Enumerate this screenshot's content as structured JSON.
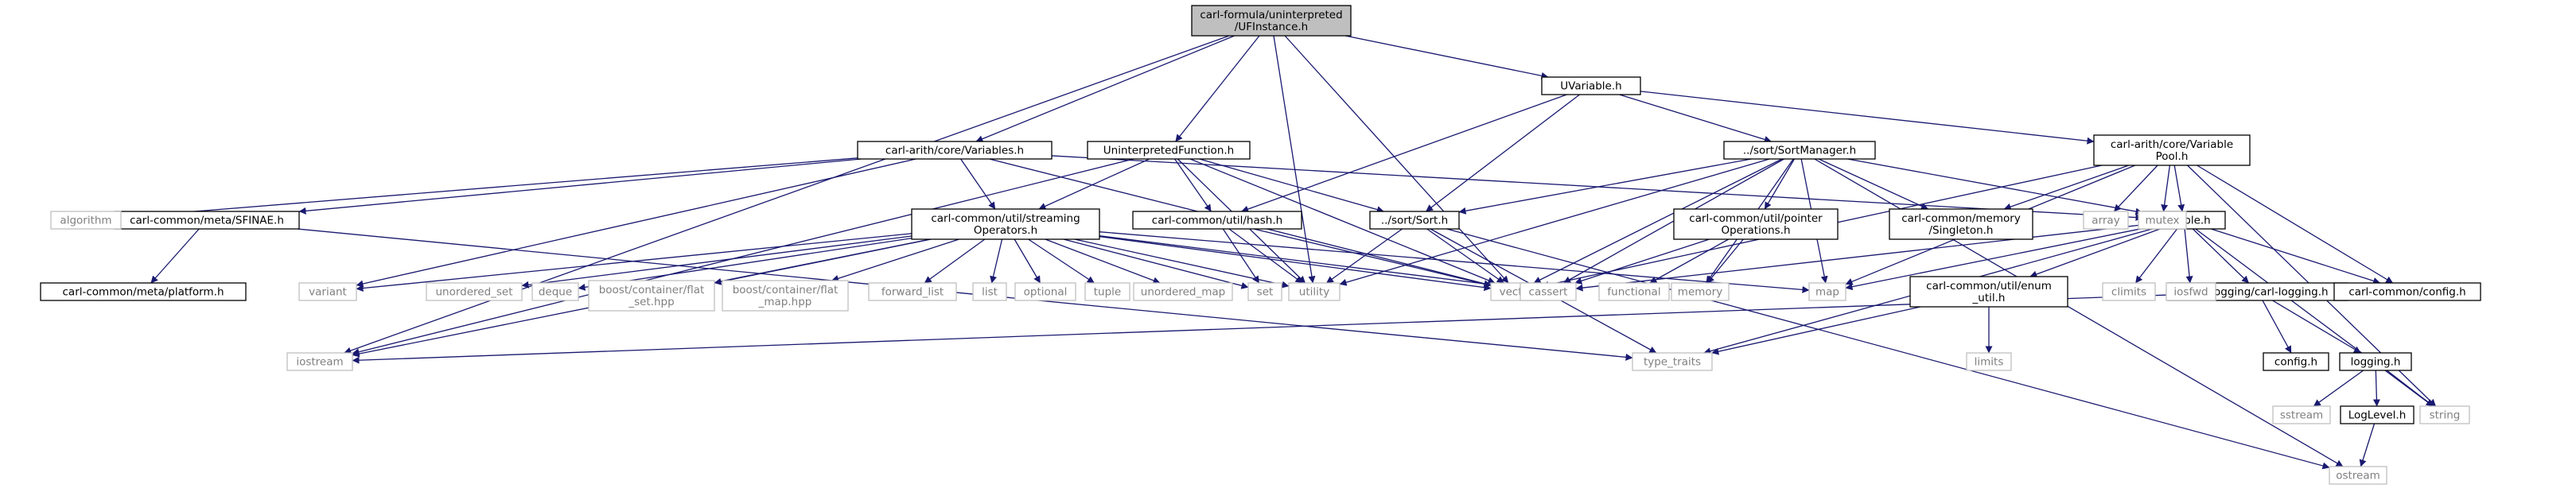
{
  "colors": {
    "edge": "#191970",
    "box_border": "#000000",
    "system_border": "#bfbfbf",
    "system_text": "#808080",
    "root_fill": "#bfbfbf"
  },
  "nodes": [
    {
      "id": "root",
      "label": [
        "carl-formula/uninterpreted",
        "/UFInstance.h"
      ],
      "kind": "root"
    },
    {
      "id": "uvariable",
      "label": [
        "UVariable.h"
      ],
      "kind": "file"
    },
    {
      "id": "variables",
      "label": [
        "carl-arith/core/Variables.h"
      ],
      "kind": "file"
    },
    {
      "id": "uninterp",
      "label": [
        "UninterpretedFunction.h"
      ],
      "kind": "file"
    },
    {
      "id": "sortmgr",
      "label": [
        "../sort/SortManager.h"
      ],
      "kind": "file"
    },
    {
      "id": "varpool",
      "label": [
        "carl-arith/core/Variable",
        "Pool.h"
      ],
      "kind": "file"
    },
    {
      "id": "sfinae",
      "label": [
        "carl-common/meta/SFINAE.h"
      ],
      "kind": "file"
    },
    {
      "id": "streaming",
      "label": [
        "carl-common/util/streaming",
        "Operators.h"
      ],
      "kind": "file"
    },
    {
      "id": "hash",
      "label": [
        "carl-common/util/hash.h"
      ],
      "kind": "file"
    },
    {
      "id": "sort",
      "label": [
        "../sort/Sort.h"
      ],
      "kind": "file"
    },
    {
      "id": "pointerops",
      "label": [
        "carl-common/util/pointer",
        "Operations.h"
      ],
      "kind": "file"
    },
    {
      "id": "singleton",
      "label": [
        "carl-common/memory",
        "/Singleton.h"
      ],
      "kind": "file"
    },
    {
      "id": "variable",
      "label": [
        "Variable.h"
      ],
      "kind": "file"
    },
    {
      "id": "platform",
      "label": [
        "carl-common/meta/platform.h"
      ],
      "kind": "file"
    },
    {
      "id": "enumutil",
      "label": [
        "carl-common/util/enum",
        "_util.h"
      ],
      "kind": "file"
    },
    {
      "id": "carllogging",
      "label": [
        "carl-logging/carl-logging.h"
      ],
      "kind": "file"
    },
    {
      "id": "config",
      "label": [
        "carl-common/config.h"
      ],
      "kind": "file"
    },
    {
      "id": "configh",
      "label": [
        "config.h"
      ],
      "kind": "file"
    },
    {
      "id": "logging",
      "label": [
        "logging.h"
      ],
      "kind": "file"
    },
    {
      "id": "loglevel",
      "label": [
        "LogLevel.h"
      ],
      "kind": "file"
    },
    {
      "id": "algorithm",
      "label": [
        "algorithm"
      ],
      "kind": "system"
    },
    {
      "id": "variant",
      "label": [
        "variant"
      ],
      "kind": "system"
    },
    {
      "id": "unordered_set",
      "label": [
        "unordered_set"
      ],
      "kind": "system"
    },
    {
      "id": "deque",
      "label": [
        "deque"
      ],
      "kind": "system"
    },
    {
      "id": "flatset",
      "label": [
        "boost/container/flat",
        "_set.hpp"
      ],
      "kind": "system"
    },
    {
      "id": "flatmap",
      "label": [
        "boost/container/flat",
        "_map.hpp"
      ],
      "kind": "system"
    },
    {
      "id": "forward_list",
      "label": [
        "forward_list"
      ],
      "kind": "system"
    },
    {
      "id": "list",
      "label": [
        "list"
      ],
      "kind": "system"
    },
    {
      "id": "optional",
      "label": [
        "optional"
      ],
      "kind": "system"
    },
    {
      "id": "tuple",
      "label": [
        "tuple"
      ],
      "kind": "system"
    },
    {
      "id": "unordered_map",
      "label": [
        "unordered_map"
      ],
      "kind": "system"
    },
    {
      "id": "set",
      "label": [
        "set"
      ],
      "kind": "system"
    },
    {
      "id": "utility",
      "label": [
        "utility"
      ],
      "kind": "system"
    },
    {
      "id": "vector",
      "label": [
        "vector"
      ],
      "kind": "system"
    },
    {
      "id": "cassert",
      "label": [
        "cassert"
      ],
      "kind": "system"
    },
    {
      "id": "functional",
      "label": [
        "functional"
      ],
      "kind": "system"
    },
    {
      "id": "memory",
      "label": [
        "memory"
      ],
      "kind": "system"
    },
    {
      "id": "map",
      "label": [
        "map"
      ],
      "kind": "system"
    },
    {
      "id": "array",
      "label": [
        "array"
      ],
      "kind": "system"
    },
    {
      "id": "mutex",
      "label": [
        "mutex"
      ],
      "kind": "system"
    },
    {
      "id": "climits",
      "label": [
        "climits"
      ],
      "kind": "system"
    },
    {
      "id": "iosfwd",
      "label": [
        "iosfwd"
      ],
      "kind": "system"
    },
    {
      "id": "string",
      "label": [
        "string"
      ],
      "kind": "system"
    },
    {
      "id": "iostream",
      "label": [
        "iostream"
      ],
      "kind": "system"
    },
    {
      "id": "type_traits",
      "label": [
        "type_traits"
      ],
      "kind": "system"
    },
    {
      "id": "limits",
      "label": [
        "limits"
      ],
      "kind": "system"
    },
    {
      "id": "sstream",
      "label": [
        "sstream"
      ],
      "kind": "system"
    },
    {
      "id": "ostream",
      "label": [
        "ostream"
      ],
      "kind": "system"
    }
  ],
  "edges": [
    [
      "root",
      "uvariable"
    ],
    [
      "root",
      "variables"
    ],
    [
      "root",
      "uninterp"
    ],
    [
      "root",
      "iostream"
    ],
    [
      "root",
      "utility"
    ],
    [
      "root",
      "vector"
    ],
    [
      "uvariable",
      "hash"
    ],
    [
      "uvariable",
      "sortmgr"
    ],
    [
      "uvariable",
      "sort"
    ],
    [
      "uvariable",
      "varpool"
    ],
    [
      "variables",
      "sfinae"
    ],
    [
      "variables",
      "streaming"
    ],
    [
      "variables",
      "algorithm"
    ],
    [
      "variables",
      "variant"
    ],
    [
      "variables",
      "vector"
    ],
    [
      "variables",
      "variable"
    ],
    [
      "uninterp",
      "streaming"
    ],
    [
      "uninterp",
      "hash"
    ],
    [
      "uninterp",
      "sort"
    ],
    [
      "uninterp",
      "iostream"
    ],
    [
      "uninterp",
      "utility"
    ],
    [
      "uninterp",
      "vector"
    ],
    [
      "sortmgr",
      "sort"
    ],
    [
      "sortmgr",
      "pointerops"
    ],
    [
      "sortmgr",
      "singleton"
    ],
    [
      "sortmgr",
      "variable"
    ],
    [
      "sortmgr",
      "vector"
    ],
    [
      "sortmgr",
      "cassert"
    ],
    [
      "sortmgr",
      "memory"
    ],
    [
      "sortmgr",
      "map"
    ],
    [
      "sortmgr",
      "utility"
    ],
    [
      "sortmgr",
      "ostream"
    ],
    [
      "varpool",
      "singleton"
    ],
    [
      "varpool",
      "variable"
    ],
    [
      "varpool",
      "config"
    ],
    [
      "varpool",
      "array"
    ],
    [
      "varpool",
      "mutex"
    ],
    [
      "varpool",
      "vector"
    ],
    [
      "varpool",
      "string"
    ],
    [
      "varpool",
      "map"
    ],
    [
      "sfinae",
      "platform"
    ],
    [
      "sfinae",
      "type_traits"
    ],
    [
      "streaming",
      "variant"
    ],
    [
      "streaming",
      "unordered_set"
    ],
    [
      "streaming",
      "deque"
    ],
    [
      "streaming",
      "flatset"
    ],
    [
      "streaming",
      "flatmap"
    ],
    [
      "streaming",
      "forward_list"
    ],
    [
      "streaming",
      "list"
    ],
    [
      "streaming",
      "optional"
    ],
    [
      "streaming",
      "tuple"
    ],
    [
      "streaming",
      "unordered_map"
    ],
    [
      "streaming",
      "set"
    ],
    [
      "streaming",
      "utility"
    ],
    [
      "streaming",
      "vector"
    ],
    [
      "streaming",
      "map"
    ],
    [
      "streaming",
      "iostream"
    ],
    [
      "streaming",
      "cassert"
    ],
    [
      "hash",
      "set"
    ],
    [
      "hash",
      "utility"
    ],
    [
      "hash",
      "vector"
    ],
    [
      "sort",
      "utility"
    ],
    [
      "sort",
      "vector"
    ],
    [
      "sort",
      "type_traits"
    ],
    [
      "sort",
      "ostream"
    ],
    [
      "pointerops",
      "functional"
    ],
    [
      "pointerops",
      "memory"
    ],
    [
      "pointerops",
      "cassert"
    ],
    [
      "variable",
      "carllogging"
    ],
    [
      "variable",
      "config"
    ],
    [
      "variable",
      "enumutil"
    ],
    [
      "variable",
      "cassert"
    ],
    [
      "variable",
      "climits"
    ],
    [
      "variable",
      "iosfwd"
    ],
    [
      "variable",
      "string"
    ],
    [
      "variable",
      "map"
    ],
    [
      "variable",
      "type_traits"
    ],
    [
      "enumutil",
      "limits"
    ],
    [
      "enumutil",
      "type_traits"
    ],
    [
      "carllogging",
      "configh"
    ],
    [
      "carllogging",
      "logging"
    ],
    [
      "carllogging",
      "iostream"
    ],
    [
      "logging",
      "loglevel"
    ],
    [
      "logging",
      "sstream"
    ],
    [
      "logging",
      "string"
    ],
    [
      "loglevel",
      "ostream"
    ]
  ]
}
